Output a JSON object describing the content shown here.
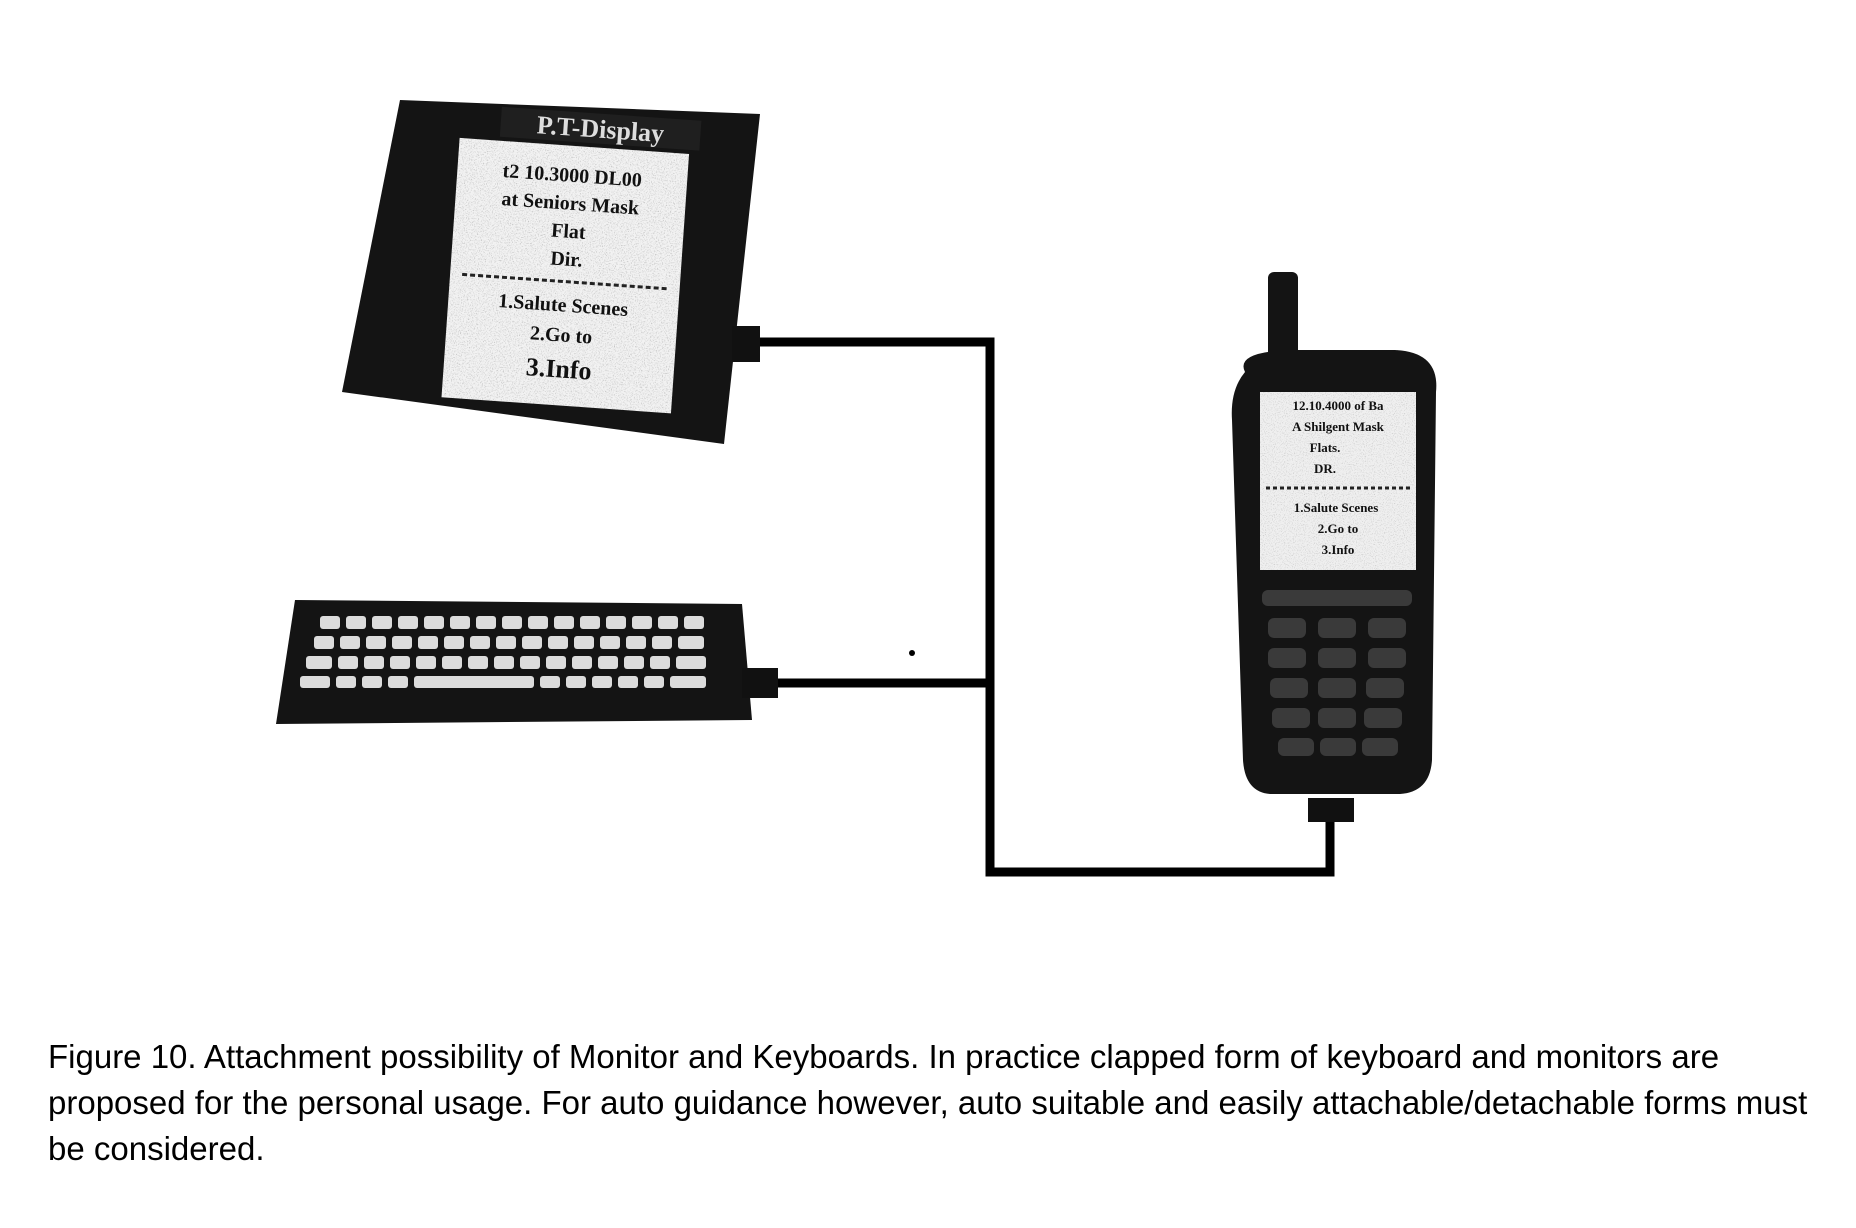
{
  "figure": {
    "monitor": {
      "title": "P.T-Display",
      "lines": [
        "t2 10.3000 DL00",
        "at Seniors Mask",
        "Flat",
        "Dir.",
        "1.Salute Scenes",
        "2.Go to",
        "3.Info"
      ]
    },
    "phone": {
      "lines": [
        "12.10.4000 of Ba",
        "A Shilgent Mask",
        "Flats.",
        "DR.",
        "1.Salute Scenes",
        "2.Go to",
        "3.Info"
      ]
    },
    "colors": {
      "ink": "#000000",
      "device_body": "#141414",
      "screen": "#f2f2f2",
      "cable": "#000000"
    }
  },
  "caption": "Figure 10.  Attachment possibility of Monitor and Keyboards. In practice clapped form of keyboard and monitors are proposed for the personal usage. For auto guidance however, auto suitable and easily attachable/detachable forms must be considered."
}
